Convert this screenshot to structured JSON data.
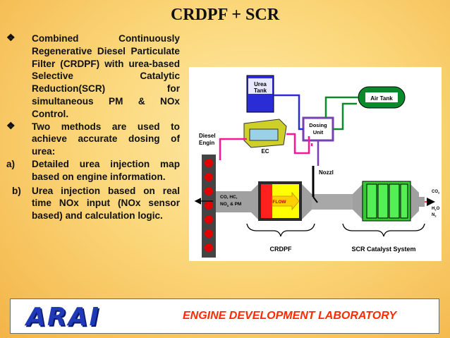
{
  "slide": {
    "title": "CRDPF + SCR",
    "bullets": [
      "Combined Continuously Regenerative Diesel Particulate Filter (CRDPF) with urea-based Selective Catalytic Reduction(SCR) for simultaneous PM & NOx Control.",
      "Two methods are used to achieve accurate dosing of urea:"
    ],
    "sub_items": [
      {
        "label": "a)",
        "text": "Detailed urea injection map based on engine information."
      },
      {
        "label": "b)",
        "text": "Urea injection based on real time NOx input (NOx sensor based) and calculation logic."
      }
    ]
  },
  "diagram": {
    "urea_tank": [
      "Urea",
      "Tank"
    ],
    "air_tank": "Air Tank",
    "dosing_unit": [
      "Dosing",
      "Unit"
    ],
    "ec": "EC",
    "diesel_engine": [
      "Diesel",
      "Engin"
    ],
    "nozzle": "Nozzl",
    "inlet_gases": [
      "CO, HC,",
      "NO",
      "x",
      " & PM"
    ],
    "flow": "FLOW",
    "crdpf": "CRDPF",
    "scr": "SCR Catalyst System",
    "outlet_gases": [
      "CO",
      "2",
      "H",
      "2",
      "O",
      "N",
      "2"
    ]
  },
  "footer": {
    "logo": "ARAI",
    "lab": "ENGINE DEVELOPMENT LABORATORY"
  },
  "colors": {
    "background": "#fbd77a",
    "logo_blue": "#1f39b8",
    "lab_red": "#ff2b00",
    "urea_blue": "#2a2cd6",
    "air_green": "#0a8a2a",
    "catalyst_green": "#33cc33",
    "flow_yellow": "#ffff00"
  }
}
